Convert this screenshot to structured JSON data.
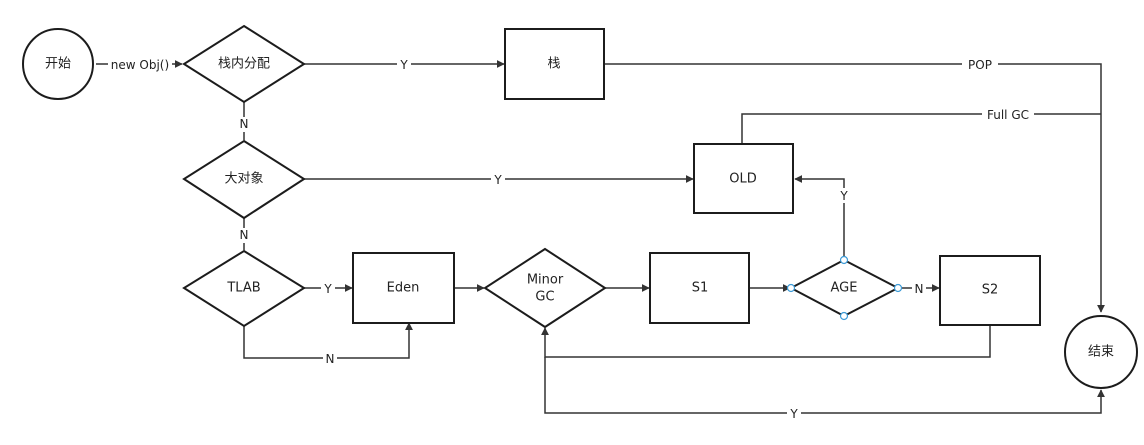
{
  "nodes": {
    "start": "开始",
    "stack_alloc": "栈内分配",
    "stack": "栈",
    "big_object": "大对象",
    "old": "OLD",
    "tlab": "TLAB",
    "eden": "Eden",
    "minor_gc_line1": "Minor",
    "minor_gc_line2": "GC",
    "s1": "S1",
    "age": "AGE",
    "s2": "S2",
    "end": "结束"
  },
  "edges": {
    "new_obj": "new Obj()",
    "stack_yes": "Y",
    "pop": "POP",
    "stack_no": "N",
    "full_gc": "Full GC",
    "big_yes": "Y",
    "big_no": "N",
    "tlab_yes": "Y",
    "tlab_no": "N",
    "age_yes": "Y",
    "age_no": "N",
    "gc_yes": "Y"
  }
}
